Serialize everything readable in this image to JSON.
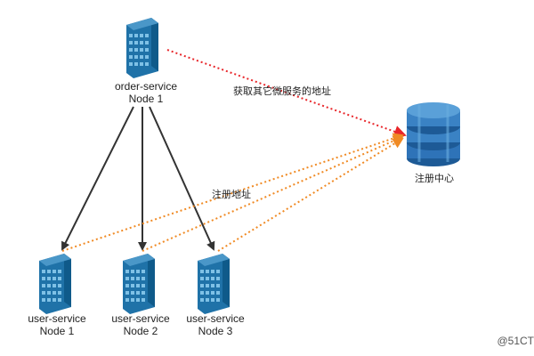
{
  "nodes": {
    "order": {
      "name": "order-service",
      "node": "Node 1"
    },
    "users": [
      {
        "name": "user-service",
        "node": "Node 1"
      },
      {
        "name": "user-service",
        "node": "Node 2"
      },
      {
        "name": "user-service",
        "node": "Node 3"
      }
    ],
    "registry": {
      "label": "注册中心"
    }
  },
  "edges": {
    "discover_label": "获取其它微服务的地址",
    "register_label": "注册地址"
  },
  "colors": {
    "server": "#1f72a8",
    "server_dark": "#0f5a8a",
    "registry": "#2e73b8",
    "arrow_call": "#333333",
    "arrow_discover": "#e8262a",
    "arrow_register": "#f08a24"
  },
  "watermark": "@51CT"
}
